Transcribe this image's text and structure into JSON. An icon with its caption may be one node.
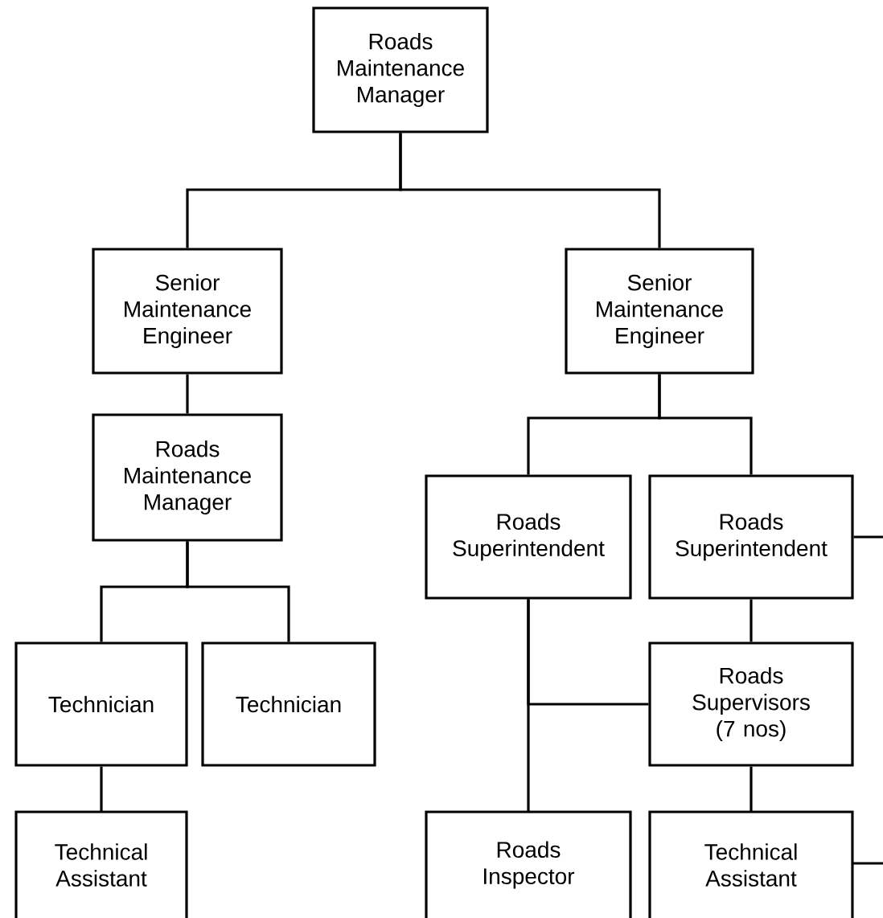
{
  "diagram": {
    "nodes": [
      {
        "text": [
          "Roads Maintenance Manager"
        ]
      },
      {
        "text": [
          "Senior Maintenance Engineer"
        ]
      },
      {
        "text": [
          "Senior Maintenance Engineer"
        ]
      },
      {
        "text": [
          "Roads Maintenance Manager"
        ]
      },
      {
        "text": [
          "Roads Superintendent"
        ]
      },
      {
        "text": [
          "Roads Superintendent"
        ]
      },
      {
        "text": [
          "Technician"
        ]
      },
      {
        "text": [
          "Technician"
        ]
      },
      {
        "text": [
          "Roads Supervisors (7 nos)"
        ]
      },
      {
        "text": [
          "Technical Assistant"
        ]
      },
      {
        "text": [
          "Roads Inspector"
        ]
      },
      {
        "text": [
          "Technical Assistant"
        ]
      }
    ],
    "edges": [
      {
        "from": 0,
        "to": 1,
        "arrow": "none"
      },
      {
        "from": 0,
        "to": 2,
        "arrow": "none"
      },
      {
        "from": 1,
        "to": 3,
        "arrow": "none"
      },
      {
        "from": 2,
        "to": 4,
        "arrow": "none"
      },
      {
        "from": 2,
        "to": 5,
        "arrow": "none"
      },
      {
        "from": 3,
        "to": 6,
        "arrow": "none"
      },
      {
        "from": 3,
        "to": 7,
        "arrow": "none"
      },
      {
        "from": 5,
        "to": 8,
        "arrow": "none"
      },
      {
        "from": 5,
        "to": null,
        "arrow": "none"
      },
      {
        "from": 4,
        "to": 10,
        "arrow": "none"
      },
      {
        "from": 4,
        "to": 8,
        "arrow": "none"
      },
      {
        "from": 6,
        "to": 9,
        "arrow": "none"
      },
      {
        "from": 8,
        "to": 11,
        "arrow": "none"
      },
      {
        "from": 11,
        "to": null,
        "arrow": "none"
      }
    ]
  }
}
